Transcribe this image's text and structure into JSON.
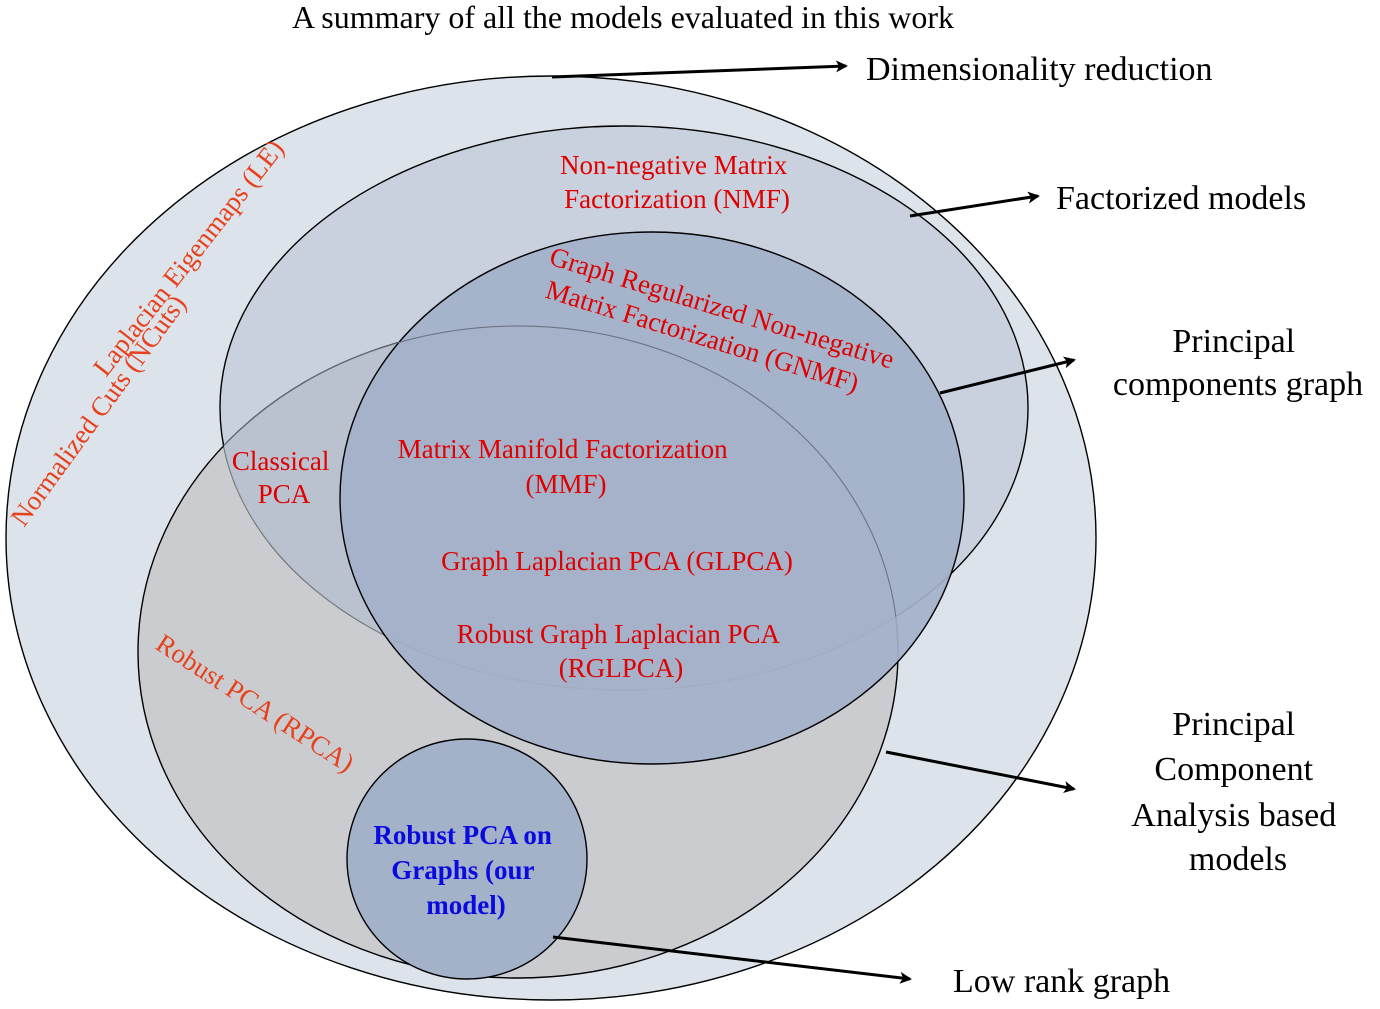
{
  "title": "A summary of all the models evaluated in this work",
  "sets": {
    "dimensionality_reduction": "Dimensionality reduction",
    "factorized_models": "Factorized models",
    "principal_components_graph": [
      "Principal",
      "components graph"
    ],
    "pca_based_models": [
      "Principal",
      "Component",
      "Analysis based",
      "models"
    ],
    "low_rank_graph": "Low rank graph"
  },
  "models": {
    "le": "Laplacian  Eigenmaps (LE)",
    "ncuts": "Normalized Cuts (NCuts)",
    "nmf": [
      "Non-negative Matrix",
      "Factorization (NMF)"
    ],
    "gnmf": [
      "Graph Regularized Non-negative",
      "Matrix Factorization (GNMF)"
    ],
    "classical_pca": [
      "Classical",
      "PCA"
    ],
    "mmf": [
      "Matrix Manifold Factorization",
      "(MMF)"
    ],
    "glpca": "Graph Laplacian PCA (GLPCA)",
    "rglpca": [
      "Robust Graph Laplacian PCA",
      "(RGLPCA)"
    ],
    "rpca": "Robust PCA (RPCA)",
    "ours": [
      "Robust PCA on",
      "Graphs (our",
      "model)"
    ]
  },
  "colors": {
    "outer_fill": "#dde3ea",
    "factorized_fill": "#c9d1de",
    "pca_fill": "#c8c8c8",
    "graph_fill": "#a3b1c9",
    "ours_fill": "#a3b1c9",
    "red": "#e00000",
    "orange": "#e8401a",
    "blue": "#0a0ae0"
  }
}
